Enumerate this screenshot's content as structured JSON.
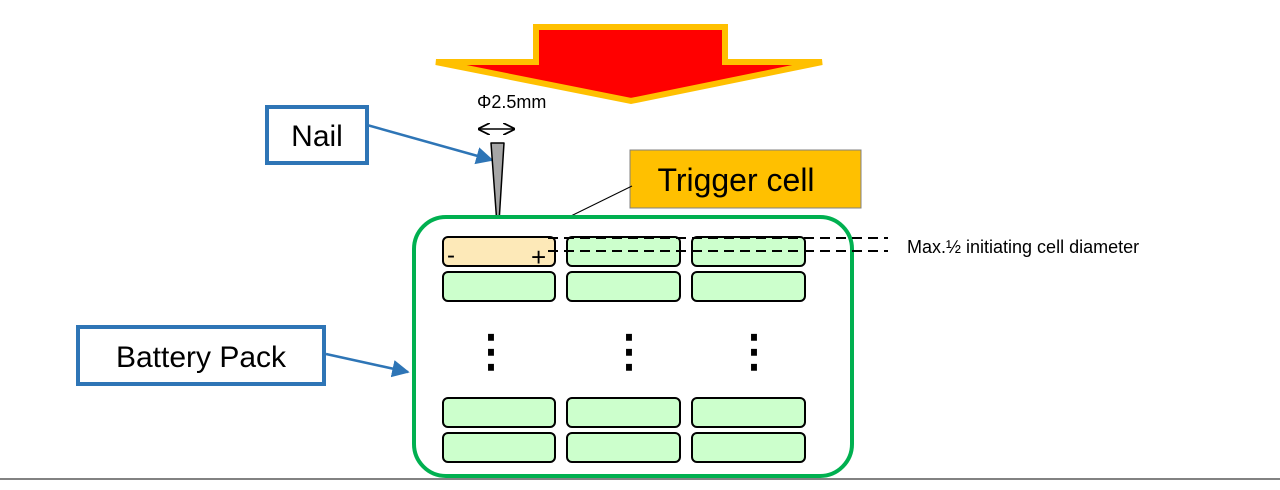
{
  "labels": {
    "nail": "Nail",
    "diameter": "Φ2.5mm",
    "trigger_cell": "Trigger cell",
    "battery_pack": "Battery Pack",
    "gap_note": "Max.½ initiating cell diameter",
    "minus": "-",
    "plus": "+",
    "ellipsis": "⋮"
  },
  "colors": {
    "arrow_fill": "#ff0000",
    "arrow_outline": "#ffc000",
    "label_border": "#2e75b6",
    "leader_arrow": "#2e75b6",
    "pack_border": "#00b050",
    "cell_fill": "#ccffcc",
    "trigger_cell_fill": "#fde9b8",
    "trigger_label_fill": "#ffc000",
    "nail_fill": "#a6a6a6"
  }
}
